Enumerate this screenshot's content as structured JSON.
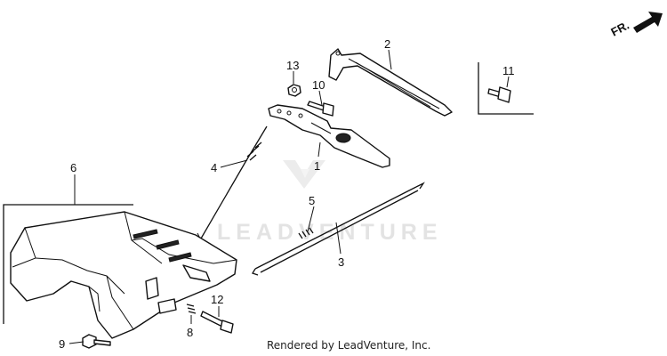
{
  "diagram": {
    "direction_label": "FR.",
    "watermark": "LEADVENTURE",
    "credit": "Rendered by LeadVenture, Inc.",
    "callouts": [
      {
        "id": "callout-1",
        "label": "1"
      },
      {
        "id": "callout-2",
        "label": "2"
      },
      {
        "id": "callout-3",
        "label": "3"
      },
      {
        "id": "callout-4",
        "label": "4"
      },
      {
        "id": "callout-5",
        "label": "5"
      },
      {
        "id": "callout-6",
        "label": "6"
      },
      {
        "id": "callout-8",
        "label": "8"
      },
      {
        "id": "callout-9",
        "label": "9"
      },
      {
        "id": "callout-10",
        "label": "10"
      },
      {
        "id": "callout-11",
        "label": "11"
      },
      {
        "id": "callout-12",
        "label": "12"
      },
      {
        "id": "callout-13",
        "label": "13"
      }
    ]
  }
}
